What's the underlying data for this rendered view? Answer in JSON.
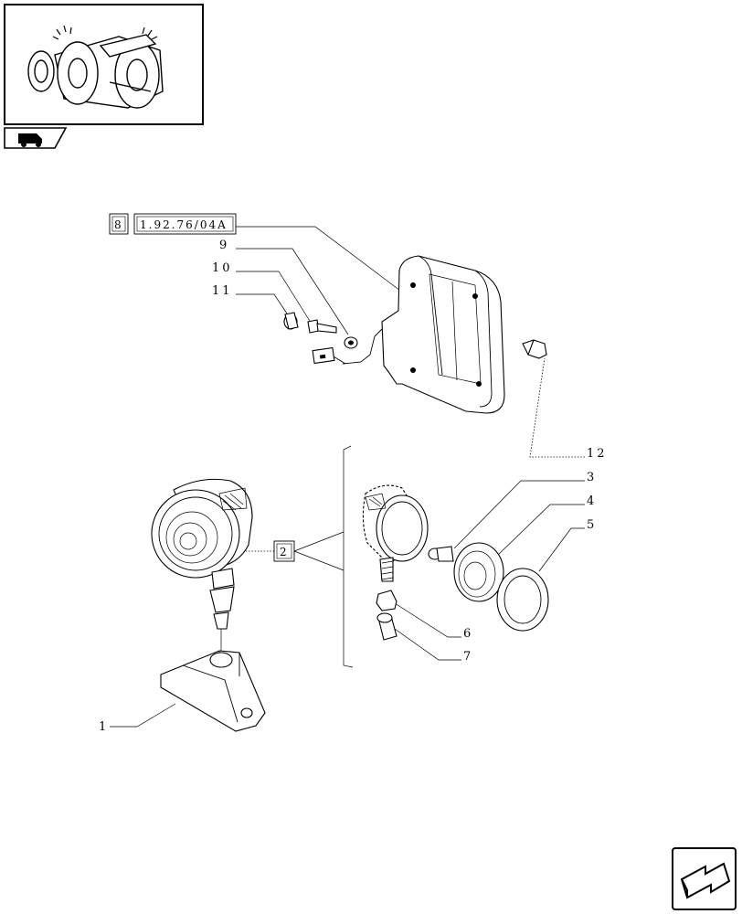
{
  "reference_box": {
    "index": "8",
    "code": "1.92.76/04A"
  },
  "group_box": {
    "index": "2"
  },
  "callouts": {
    "c1": "1",
    "c2": "2",
    "c3": "3",
    "c4": "4",
    "c5": "5",
    "c6": "6",
    "c7": "7",
    "c9": "9",
    "c10": "10",
    "c11": "11",
    "c12": "12"
  },
  "icons": {
    "thumbnail": "tractor-thumbnail-icon",
    "section": "tractor-section-icon",
    "navigation": "next-page-arrow-icon"
  }
}
